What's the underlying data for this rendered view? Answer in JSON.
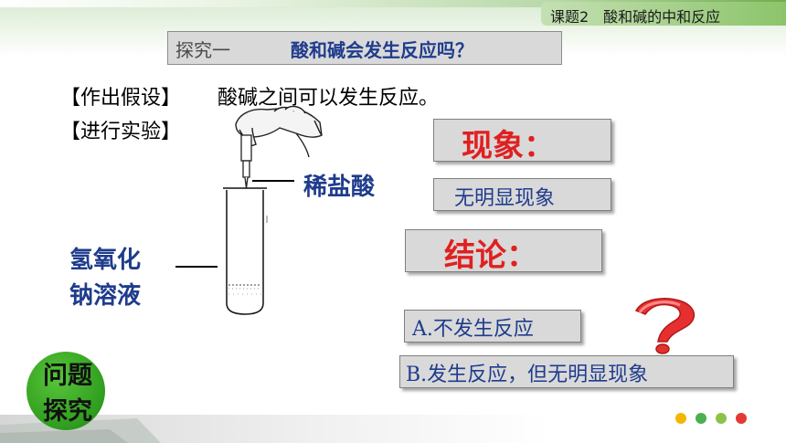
{
  "header": {
    "course_title": "课题2　酸和碱的中和反应"
  },
  "title": {
    "prefix": "探究一",
    "question": "酸和碱会发生反应吗？"
  },
  "hypothesis": {
    "label": "【作出假设】",
    "text": "酸碱之间可以发生反应。"
  },
  "experiment": {
    "label": "【进行实验】",
    "acid_label": "稀盐酸",
    "base_label_line1": "氢氧化",
    "base_label_line2": "钠溶液"
  },
  "phenomenon": {
    "label": "现象：",
    "answer": "无明显现象"
  },
  "conclusion": {
    "label": "结论：",
    "option_a": "A.不发生反应",
    "option_b": "B.发生反应，但无明显现象"
  },
  "badge": {
    "line1": "问题",
    "line2": "探究"
  },
  "colors": {
    "accent_blue": "#1f3c8c",
    "accent_red": "#e02020",
    "green": "#2f9d1e",
    "dots": [
      "#f2b705",
      "#4caf50",
      "#8bc34a",
      "#e53935"
    ]
  }
}
